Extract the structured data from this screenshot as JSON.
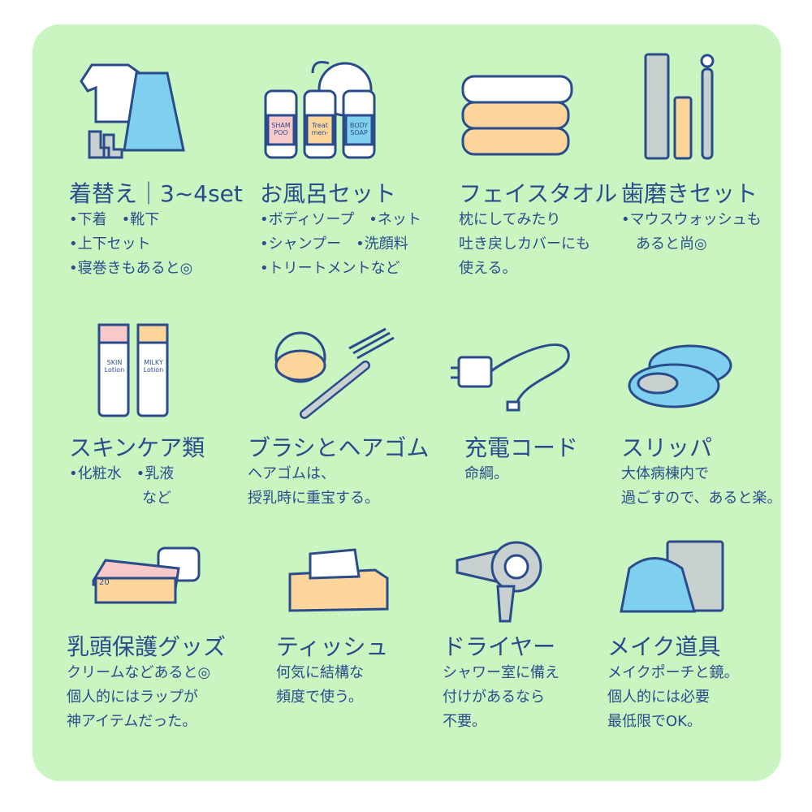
{
  "items": [
    {
      "title": "着替え｜3~4set",
      "lines": [
        "•下着　•靴下",
        "•上下セット",
        "•寝巻きもあると◎"
      ]
    },
    {
      "title": "お風呂セット",
      "lines": [
        "•ボディソープ　•ネット",
        "•シャンプー　•洗顔料",
        "•トリートメントなど"
      ],
      "labels": [
        "SHAM POO",
        "Treat men-",
        "BODY SOAP"
      ]
    },
    {
      "title": "フェイスタオル",
      "lines": [
        "枕にしてみたり",
        "吐き戻しカバーにも",
        "使える。"
      ]
    },
    {
      "title": "歯磨きセット",
      "lines": [
        "•マウスウォッシュも",
        "　あると尚◎"
      ]
    },
    {
      "title": "スキンケア類",
      "lines": [
        "•化粧水　•乳液",
        "　　　　　など"
      ],
      "labels": [
        "SKIN Lotion",
        "MILKY Lotion"
      ]
    },
    {
      "title": "ブラシとヘアゴム",
      "lines": [
        "ヘアゴムは、",
        "授乳時に重宝する。"
      ]
    },
    {
      "title": "充電コード",
      "lines": [
        "命綱。"
      ]
    },
    {
      "title": "スリッパ",
      "lines": [
        "大体病棟内で",
        "過ごすので、あると楽。"
      ]
    },
    {
      "title": "乳頭保護グッズ",
      "lines": [
        "クリームなどあると◎",
        "個人的にはラップが",
        "神アイテムだった。"
      ],
      "labels": [
        "20"
      ]
    },
    {
      "title": "ティッシュ",
      "lines": [
        "何気に結構な",
        "頻度で使う。"
      ]
    },
    {
      "title": "ドライヤー",
      "lines": [
        "シャワー室に備え",
        "付けがあるなら",
        "不要。"
      ]
    },
    {
      "title": "メイク道具",
      "lines": [
        "メイクポーチと鏡。",
        "個人的には必要",
        "最低限でOK。"
      ]
    }
  ],
  "colors": {
    "background": "#c9f5c1",
    "ink": "#2b4c8c",
    "blue": "#7fd0ee",
    "peach": "#fbd59a",
    "pink": "#f8c9c9",
    "gray": "#c9d0d0"
  }
}
